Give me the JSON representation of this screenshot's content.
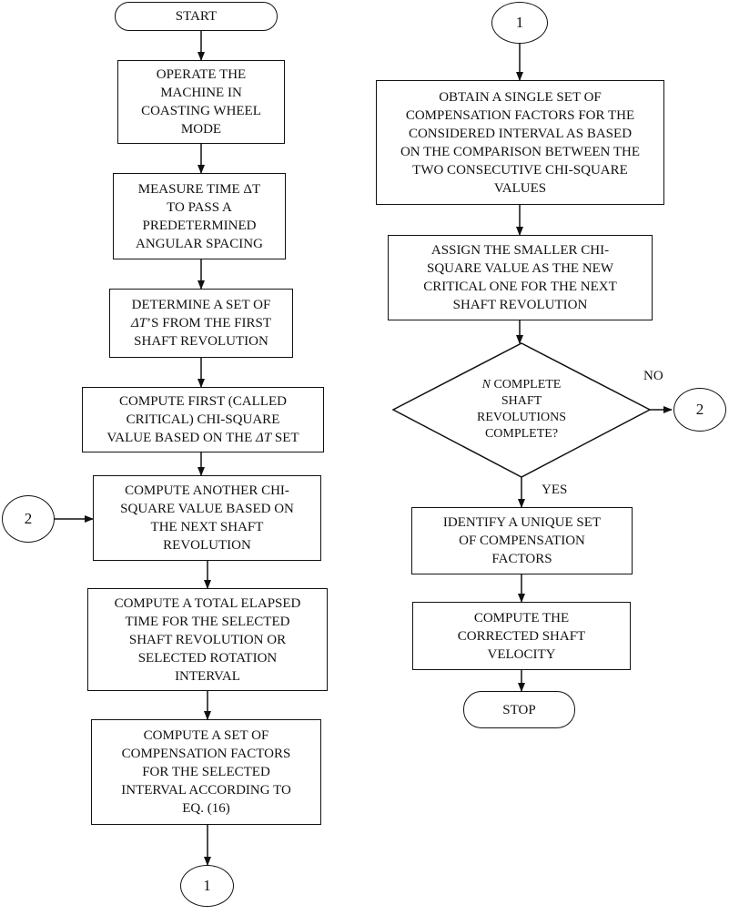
{
  "left_column": {
    "start": "START",
    "operate": "OPERATE THE\nMACHINE IN\nCOASTING WHEEL\nMODE",
    "measure": "MEASURE TIME ΔT\nTO PASS A\nPREDETERMINED\nANGULAR SPACING",
    "determine": {
      "a": "DETERMINE A SET OF\n",
      "italic": "ΔT",
      "b": "’S FROM THE FIRST\nSHAFT REVOLUTION"
    },
    "compute_first": {
      "a": "COMPUTE FIRST (CALLED\nCRITICAL) CHI-SQUARE\nVALUE BASED ON THE ",
      "italic": "ΔT",
      "b": " SET"
    },
    "compute_another": "COMPUTE ANOTHER CHI-\nSQUARE VALUE BASED ON\nTHE NEXT SHAFT\nREVOLUTION",
    "compute_total": "COMPUTE A TOTAL ELAPSED\nTIME FOR THE SELECTED\nSHAFT REVOLUTION OR\nSELECTED ROTATION\nINTERVAL",
    "compute_comp": "COMPUTE A SET OF\nCOMPENSATION FACTORS\nFOR THE SELECTED\nINTERVAL ACCORDING TO\nEQ. (16)",
    "connector_in": "2",
    "connector_out": "1"
  },
  "right_column": {
    "connector_in": "1",
    "obtain": "OBTAIN A SINGLE SET OF\nCOMPENSATION FACTORS FOR THE\nCONSIDERED INTERVAL AS BASED\nON THE COMPARISON BETWEEN THE\nTWO CONSECUTIVE CHI-SQUARE\nVALUES",
    "assign": "ASSIGN THE SMALLER CHI-\nSQUARE VALUE AS THE NEW\nCRITICAL ONE FOR THE NEXT\nSHAFT REVOLUTION",
    "decision": {
      "italic": "N",
      "a": " COMPLETE\nSHAFT\nREVOLUTIONS\nCOMPLETE?"
    },
    "no_label": "NO",
    "yes_label": "YES",
    "connector_out": "2",
    "identify": "IDENTIFY A UNIQUE SET\nOF COMPENSATION\nFACTORS",
    "compute_velocity": "COMPUTE THE\nCORRECTED SHAFT\nVELOCITY",
    "stop": "STOP"
  }
}
